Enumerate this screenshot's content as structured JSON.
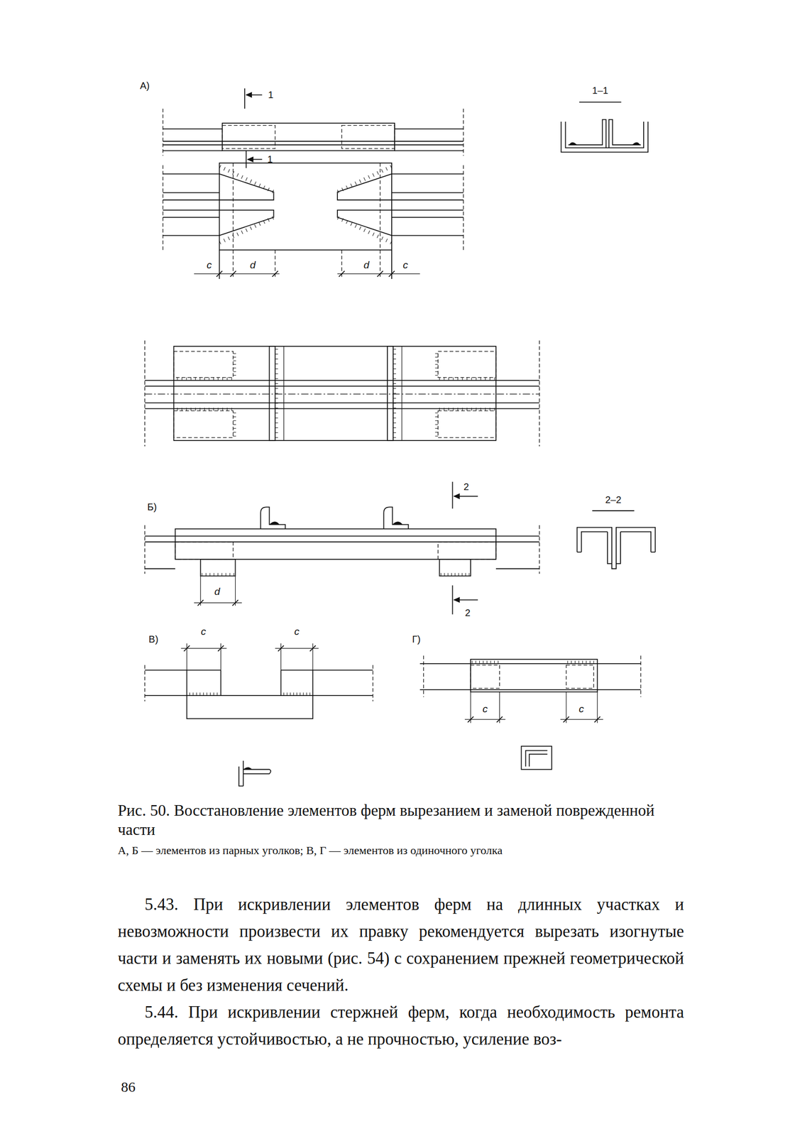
{
  "diagram": {
    "caption": "Рис. 50. Восстановление элементов ферм вырезанием и заменой поврежденной части",
    "labels": [
      "А)",
      "1",
      "1",
      "1–1",
      "c",
      "d",
      "d",
      "c",
      "Б)",
      "2",
      "2",
      "2–2",
      "d",
      "В)",
      "c",
      "c",
      "Г)",
      "c",
      "c",
      "А, Б — элементов из парных уголков; В, Г — элементов из одиночного уголка",
      "5.43. При искривлении элементов ферм на длинных участках и невозможности произвести их правку рекомендуется вырезать изогнутые части и заменять их новыми (рис. 54) с сохранением прежней геометрической схемы и без изменения сечений.",
      "5.44. При искривлении стержней ферм, когда необходимость ремонта определяется устойчивостью, а не прочностью, усиление воз-",
      "86"
    ]
  }
}
